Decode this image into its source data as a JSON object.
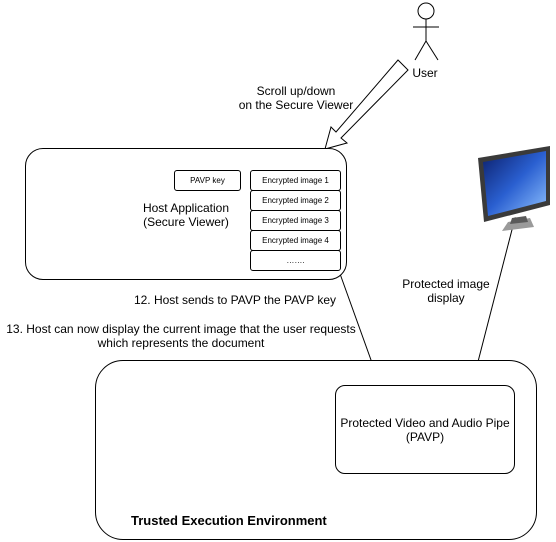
{
  "actor": {
    "label": "User"
  },
  "scroll_label": {
    "line1": "Scroll up/down",
    "line2": "on the Secure Viewer"
  },
  "host": {
    "title_line1": "Host Application",
    "title_line2": "(Secure Viewer)",
    "pavp_key": "PAVP key",
    "images": [
      "Encrypted image 1",
      "Encrypted image 2",
      "Encrypted image 3",
      "Encrypted image 4",
      "……."
    ]
  },
  "step12": "12. Host sends to PAVP the PAVP key",
  "step13": {
    "line1": "13. Host can now display the current image that the user requests",
    "line2": "which represents the document"
  },
  "protected_display": {
    "line1": "Protected image",
    "line2": "display"
  },
  "pavp": {
    "line1": "Protected Video and Audio Pipe",
    "line2": "(PAVP)"
  },
  "tee": {
    "label": "Trusted Execution Environment"
  },
  "monitor": {
    "icon": "monitor-icon"
  }
}
